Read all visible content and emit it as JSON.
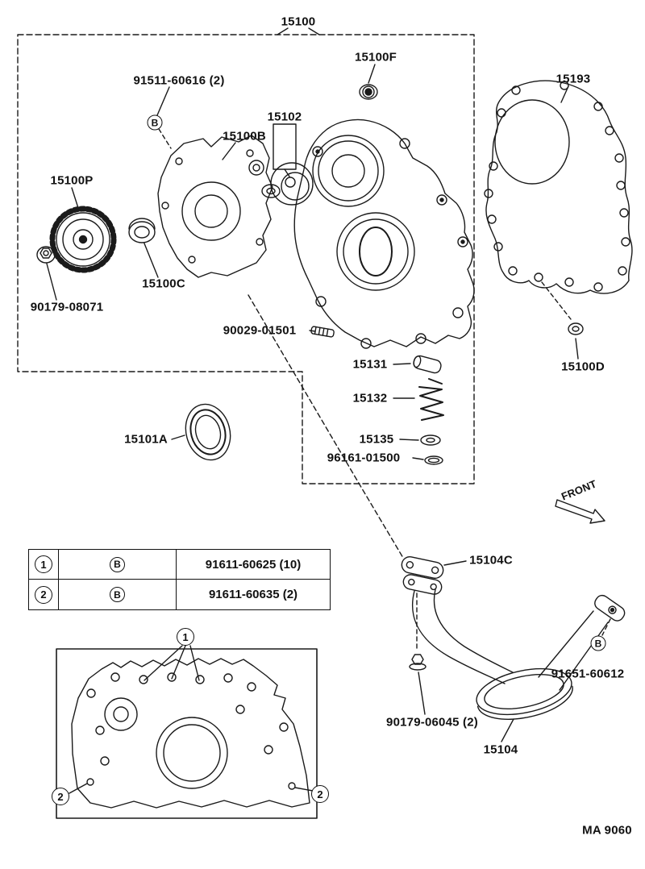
{
  "colors": {
    "ink": "#1a1a1a",
    "background": "#ffffff"
  },
  "diagram": {
    "footer_code": "MA 9060",
    "front_label": "FRONT",
    "bolt_symbol": "B",
    "callouts": {
      "one": "1",
      "two": "2"
    },
    "part_labels": {
      "p15100": "15100",
      "p15100F": "15100F",
      "p91511_60616": "91511-60616 (2)",
      "p15102": "15102",
      "p15100B": "15100B",
      "p15100P": "15100P",
      "p15100C": "15100C",
      "p90179_08071": "90179-08071",
      "p15193": "15193",
      "p90029_01501": "90029-01501",
      "p15131": "15131",
      "p15132": "15132",
      "p15135": "15135",
      "p96161_01500": "96161-01500",
      "p15100D": "15100D",
      "p15101A": "15101A",
      "p15104C": "15104C",
      "p91651_60612": "91651-60612",
      "p90179_06045": "90179-06045 (2)",
      "p15104": "15104"
    }
  },
  "table": {
    "rows": [
      {
        "callout": "1",
        "symbol": "B",
        "part": "91611-60625 (10)"
      },
      {
        "callout": "2",
        "symbol": "B",
        "part": "91611-60635 (2)"
      }
    ]
  }
}
